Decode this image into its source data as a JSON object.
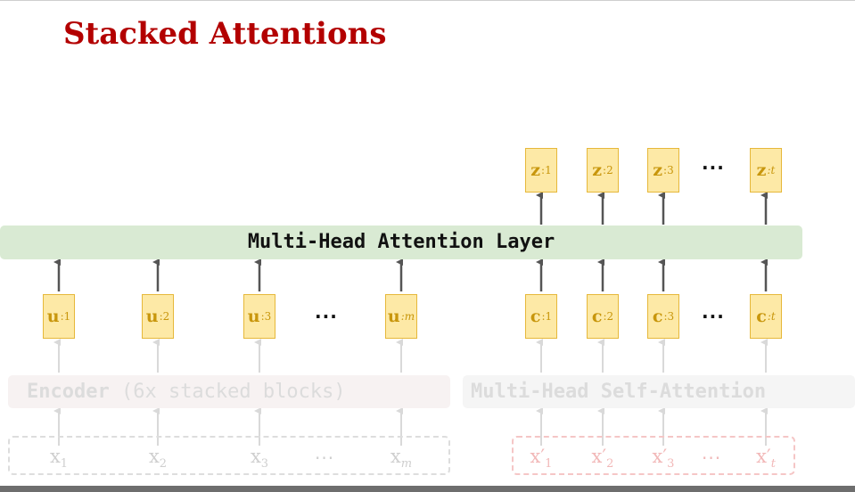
{
  "title": "Stacked Attentions",
  "mha_layer_label": "Multi-Head Attention Layer",
  "encoder": {
    "label_bold": "Encoder",
    "label_rest": " (6x stacked blocks)"
  },
  "self_attention_label": "Multi-Head Self-Attention",
  "u_vectors": [
    {
      "base": "u",
      "sub": ":1"
    },
    {
      "base": "u",
      "sub": ":2"
    },
    {
      "base": "u",
      "sub": ":3"
    },
    {
      "base": "u",
      "sub": ":m"
    }
  ],
  "c_vectors": [
    {
      "base": "c",
      "sub": ":1"
    },
    {
      "base": "c",
      "sub": ":2"
    },
    {
      "base": "c",
      "sub": ":3"
    },
    {
      "base": "c",
      "sub": ":t"
    }
  ],
  "z_vectors": [
    {
      "base": "z",
      "sub": ":1"
    },
    {
      "base": "z",
      "sub": ":2"
    },
    {
      "base": "z",
      "sub": ":3"
    },
    {
      "base": "z",
      "sub": ":t"
    }
  ],
  "x_inputs": [
    {
      "base": "x",
      "sub": "1"
    },
    {
      "base": "x",
      "sub": "2"
    },
    {
      "base": "x",
      "sub": "3"
    },
    {
      "base": "x",
      "sub": "m"
    }
  ],
  "x_prime_inputs": [
    {
      "base": "x′",
      "sub": "1"
    },
    {
      "base": "x′",
      "sub": "2"
    },
    {
      "base": "x′",
      "sub": "3"
    },
    {
      "base": "x′",
      "sub": "t"
    }
  ],
  "ellipsis": "···",
  "colors": {
    "title": "#b30000",
    "vector_box_fill": "#fde9a6",
    "vector_box_border": "#e6b83a",
    "vector_text": "#c8960c",
    "mha_bar": "#d9ead3"
  }
}
